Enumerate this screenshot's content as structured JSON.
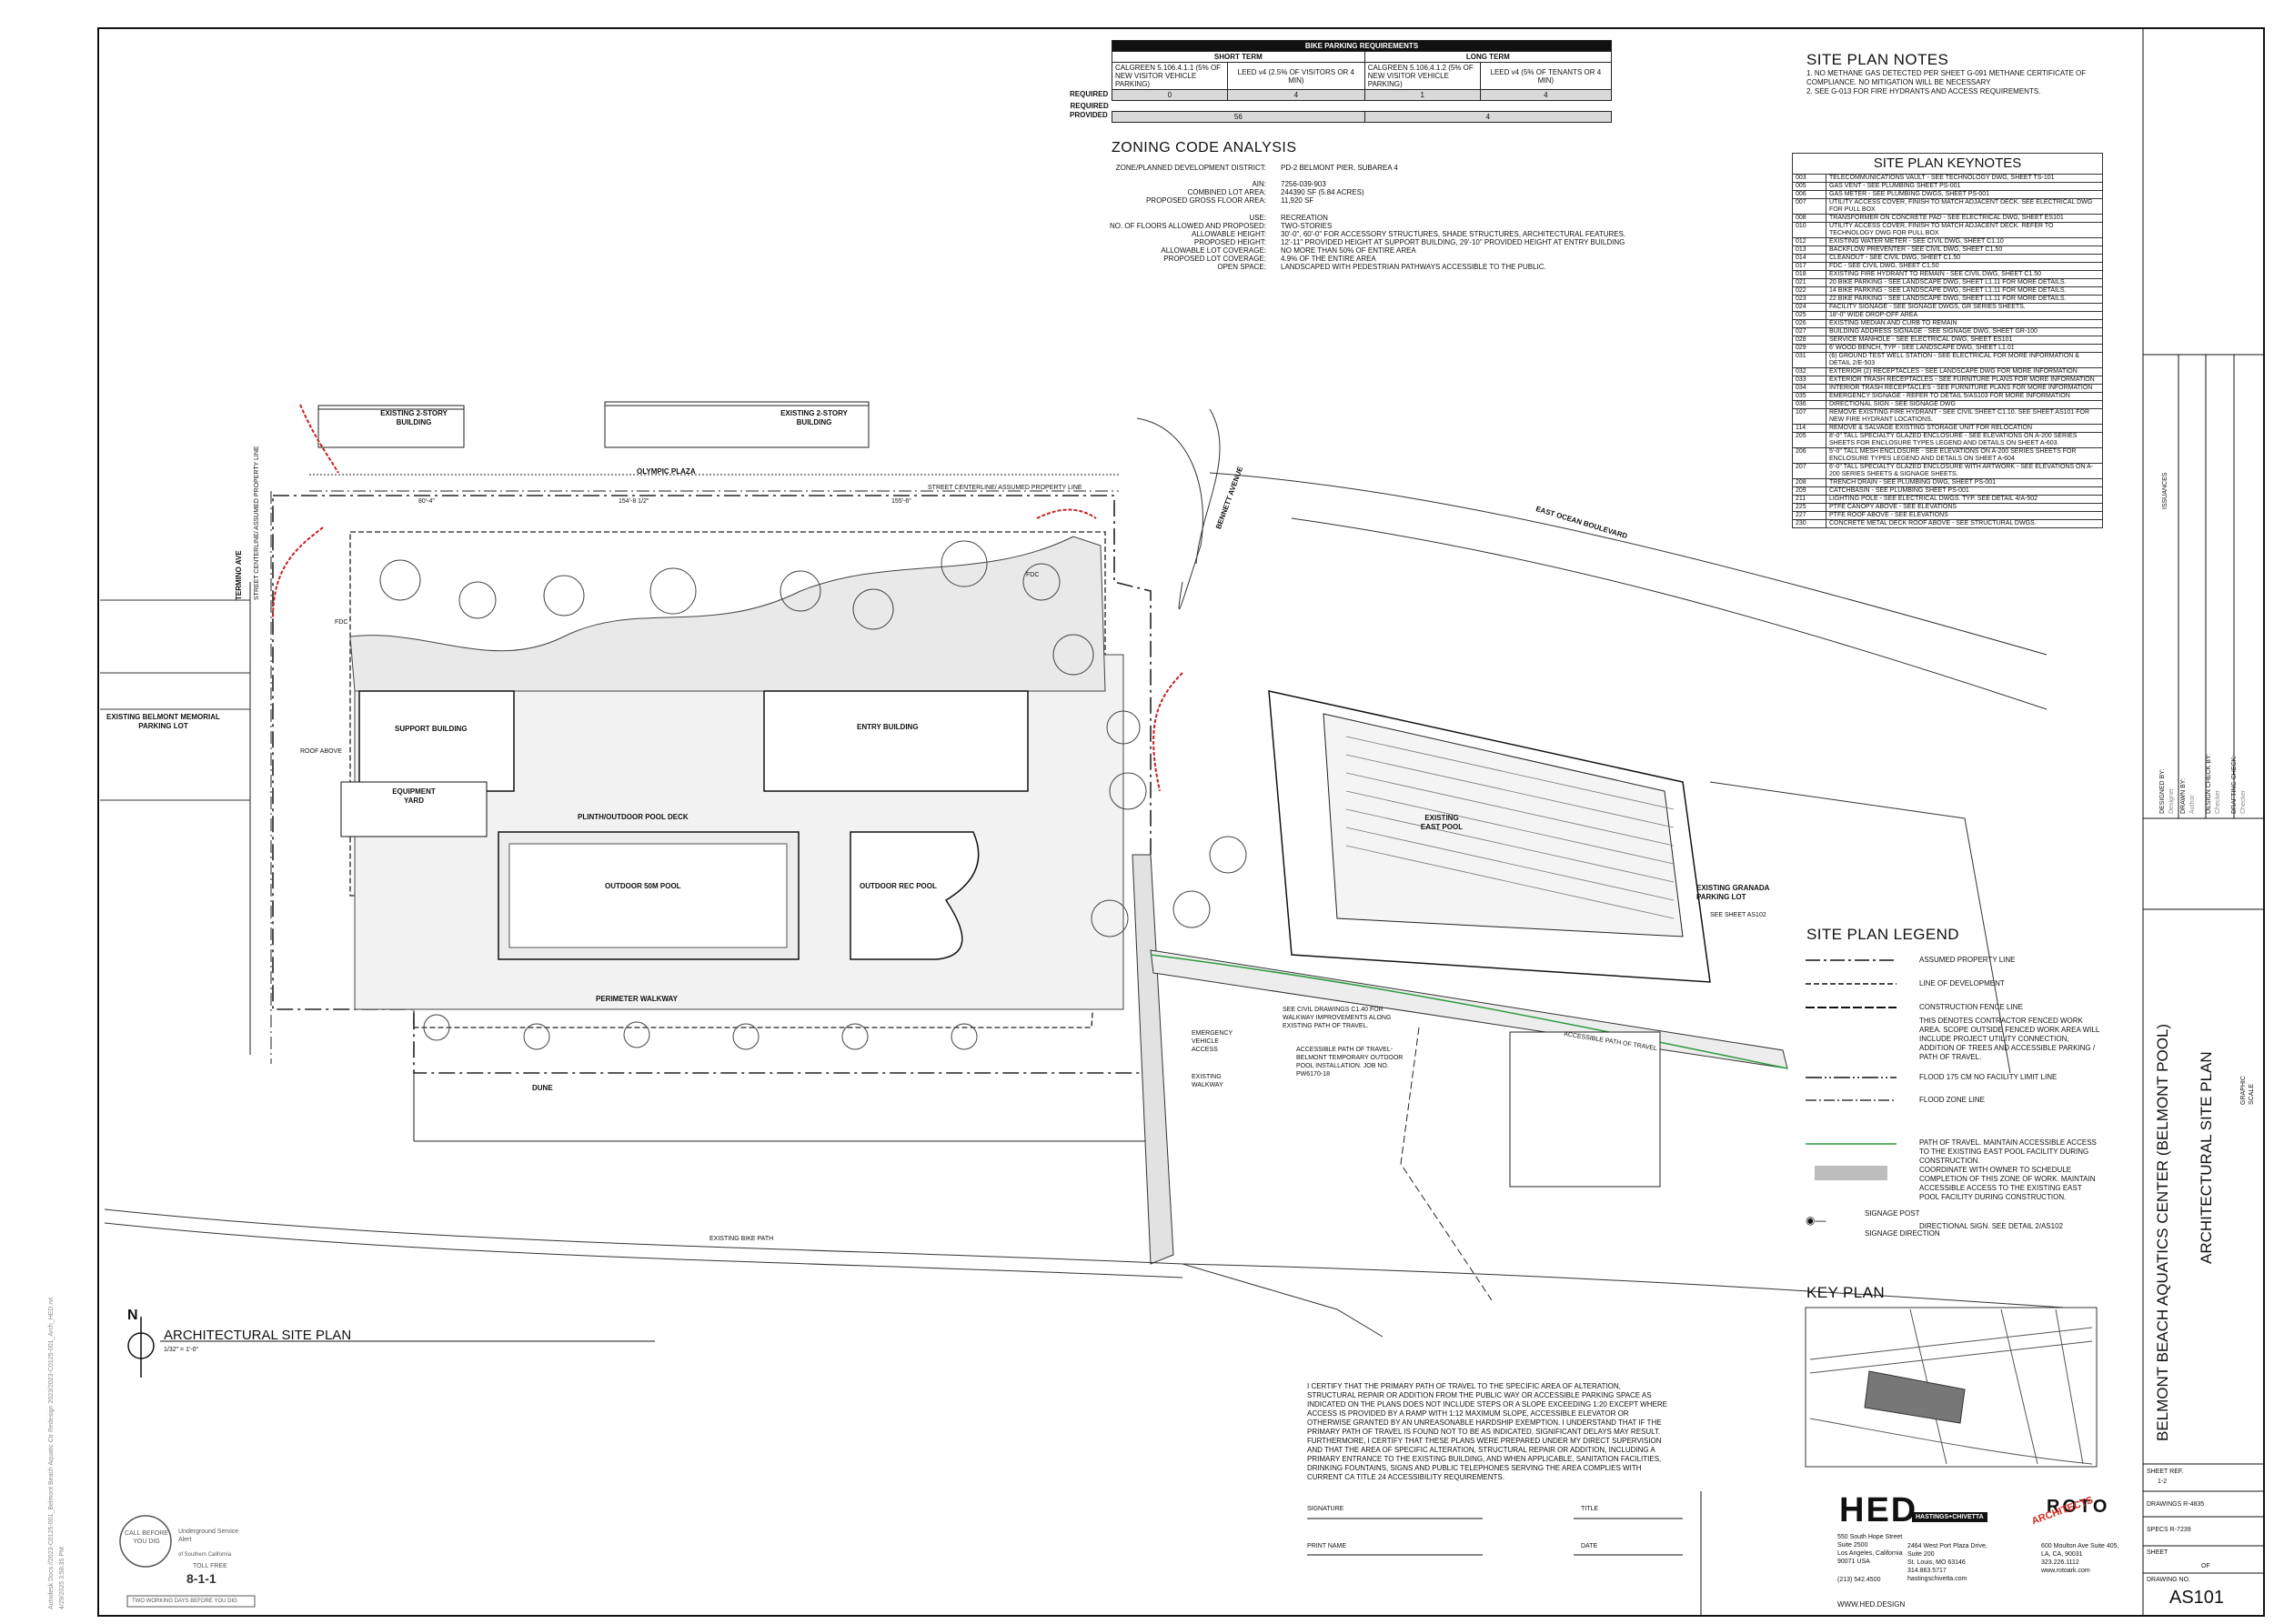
{
  "bike_table": {
    "title": "BIKE PARKING REQUIREMENTS",
    "short_term": "SHORT TERM",
    "long_term": "LONG TERM",
    "col_calgreen_short": "CALGREEN 5.106.4.1.1 (5% OF NEW VISITOR VEHICLE PARKING)",
    "col_leed_short": "LEED v4 (2.5% OF VISITORS OR 4 MIN)",
    "col_calgreen_long": "CALGREEN 5.106.4.1.2 (5% OF NEW VISITOR VEHICLE PARKING)",
    "col_leed_long": "LEED v4 (5% OF TENANTS OR 4 MIN)",
    "required_label": "REQUIRED",
    "required": [
      "0",
      "4",
      "1",
      "4"
    ],
    "provided_label": "PROVIDED",
    "provided": [
      "56",
      "4"
    ]
  },
  "zoning": {
    "title": "ZONING CODE ANALYSIS",
    "rows": [
      {
        "label": "ZONE/PLANNED DEVELOPMENT DISTRICT:",
        "value": "PD-2 BELMONT PIER, SUBAREA 4"
      },
      {
        "label": "AIN:",
        "value": "7256-039-903"
      },
      {
        "label": "COMBINED LOT AREA:",
        "value": "244390 SF (5.84 ACRES)"
      },
      {
        "label": "PROPOSED GROSS FLOOR AREA:",
        "value": "11,920 SF"
      },
      {
        "label": "USE:",
        "value": "RECREATION"
      },
      {
        "label": "NO. OF FLOORS ALLOWED AND PROPOSED:",
        "value": "TWO-STORIES"
      },
      {
        "label": "ALLOWABLE HEIGHT:",
        "value": "30'-0\", 60'-0\" FOR ACCESSORY STRUCTURES, SHADE STRUCTURES, ARCHITECTURAL FEATURES."
      },
      {
        "label": "PROPOSED HEIGHT:",
        "value": "12'-11\" PROVIDED HEIGHT AT SUPPORT BUILDING, 29'-10\" PROVIDED HEIGHT AT ENTRY BUILDING"
      },
      {
        "label": "ALLOWABLE LOT COVERAGE:",
        "value": "NO MORE THAN 50% OF ENTIRE AREA"
      },
      {
        "label": "PROPOSED LOT COVERAGE:",
        "value": "4.9% OF THE ENTIRE AREA"
      },
      {
        "label": "OPEN SPACE:",
        "value": "LANDSCAPED WITH PEDESTRIAN PATHWAYS ACCESSIBLE TO THE PUBLIC."
      }
    ]
  },
  "notes": {
    "title": "SITE PLAN NOTES",
    "items": [
      "1.  NO METHANE GAS DETECTED PER SHEET G-091 METHANE CERTIFICATE OF COMPLIANCE. NO MITIGATION WILL BE NECESSARY",
      "2.  SEE G-013 FOR FIRE HYDRANTS AND ACCESS REQUIREMENTS."
    ]
  },
  "keynotes": {
    "title": "SITE PLAN KEYNOTES",
    "items": [
      {
        "num": "003",
        "text": "TELECOMMUNICATIONS VAULT - SEE TECHNOLOGY DWG, SHEET TS-101"
      },
      {
        "num": "005",
        "text": "GAS VENT - SEE PLUMBING SHEET PS-001"
      },
      {
        "num": "006",
        "text": "GAS METER - SEE PLUMBING DWGS, SHEET PS-001"
      },
      {
        "num": "007",
        "text": "UTILITY ACCESS COVER, FINISH TO MATCH ADJACENT DECK. SEE ELECTRICAL DWG FOR PULL BOX"
      },
      {
        "num": "008",
        "text": "TRANSFORMER ON CONCRETE PAD - SEE ELECTRICAL DWG, SHEET ES101"
      },
      {
        "num": "010",
        "text": "UTILITY ACCESS COVER, FINISH TO MATCH ADJACENT DECK. REFER TO TECHNOLOGY DWG FOR PULL BOX"
      },
      {
        "num": "012",
        "text": "EXISTING WATER METER - SEE CIVIL DWG, SHEET C1.10"
      },
      {
        "num": "013",
        "text": "BACKFLOW PREVENTER - SEE CIVIL DWG, SHEET C1.50"
      },
      {
        "num": "014",
        "text": "CLEANOUT - SEE CIVIL DWG, SHEET C1.50"
      },
      {
        "num": "017",
        "text": "FDC - SEE CIVIL DWG, SHEET C1.50"
      },
      {
        "num": "018",
        "text": "EXISTING FIRE HYDRANT TO REMAIN - SEE CIVIL DWG, SHEET C1.50"
      },
      {
        "num": "021",
        "text": "20 BIKE PARKING - SEE LANDSCAPE DWG, SHEET L1.11 FOR MORE DETAILS."
      },
      {
        "num": "022",
        "text": "14 BIKE PARKING - SEE LANDSCAPE DWG, SHEET L1.11 FOR MORE DETAILS."
      },
      {
        "num": "023",
        "text": "22 BIKE PARKING - SEE LANDSCAPE DWG, SHEET L1.11 FOR MORE DETAILS."
      },
      {
        "num": "024",
        "text": "FACILITY SIGNAGE - SEE SIGNAGE DWGS, GR SERIES SHEETS."
      },
      {
        "num": "025",
        "text": "18'-0\" WIDE DROP-OFF AREA"
      },
      {
        "num": "026",
        "text": "EXISTING MEDIAN AND CURB TO REMAIN"
      },
      {
        "num": "027",
        "text": "BUILDING ADDRESS SIGNAGE - SEE SIGNAGE DWG, SHEET GR-100"
      },
      {
        "num": "028",
        "text": "SERVICE MANHOLE - SEE ELECTRICAL DWG, SHEET ES101"
      },
      {
        "num": "029",
        "text": "6' WOOD BENCH, TYP - SEE LANDSCAPE DWG, SHEET L1.01"
      },
      {
        "num": "031",
        "text": "(6) GROUND TEST WELL STATION - SEE ELECTRICAL FOR MORE INFORMATION & DETAIL 2/E-503"
      },
      {
        "num": "032",
        "text": "EXTERIOR (2) RECEPTACLES - SEE LANDSCAPE DWG FOR MORE INFORMATION"
      },
      {
        "num": "033",
        "text": "EXTERIOR TRASH RECEPTACLES - SEE FURNITURE PLANS FOR MORE INFORMATION"
      },
      {
        "num": "034",
        "text": "INTERIOR TRASH RECEPTACLES - SEE FURNITURE PLANS FOR MORE INFORMATION"
      },
      {
        "num": "035",
        "text": "EMERGENCY SIGNAGE - REFER TO DETAIL 5/AS103 FOR MORE INFORMATION"
      },
      {
        "num": "036",
        "text": "DIRECTIONAL SIGN - SEE SIGNAGE DWG"
      },
      {
        "num": "107",
        "text": "REMOVE EXISTING FIRE HYDRANT - SEE CIVIL SHEET C1.10. SEE SHEET AS101 FOR NEW FIRE HYDRANT LOCATIONS."
      },
      {
        "num": "114",
        "text": "REMOVE & SALVAGE EXISTING STORAGE UNIT FOR RELOCATION"
      },
      {
        "num": "205",
        "text": "8'-0\" TALL SPECIALTY GLAZED ENCLOSURE - SEE ELEVATIONS ON A-200 SERIES SHEETS FOR ENCLOSURE TYPES LEGEND AND DETAILS ON SHEET A-603."
      },
      {
        "num": "206",
        "text": "5'-0\" TALL MESH ENCLOSURE - SEE ELEVATIONS ON A-200 SERIES SHEETS FOR ENCLOSURE TYPES LEGEND AND DETAILS ON SHEET A-604"
      },
      {
        "num": "207",
        "text": "6'-0\" TALL SPECIALTY GLAZED ENCLOSURE WITH ARTWORK - SEE ELEVATIONS ON A-200 SERIES SHEETS & SIGNAGE SHEETS."
      },
      {
        "num": "208",
        "text": "TRENCH DRAIN - SEE PLUMBING DWG, SHEET PS-001"
      },
      {
        "num": "209",
        "text": "CATCHBASIN - SEE PLUMBING SHEET PS-001"
      },
      {
        "num": "211",
        "text": "LIGHTING POLE - SEE ELECTRICAL DWGS. TYP. SEE DETAIL 4/A-502"
      },
      {
        "num": "225",
        "text": "PTFE CANOPY ABOVE - SEE ELEVATIONS"
      },
      {
        "num": "227",
        "text": "PTFE ROOF ABOVE - SEE ELEVATIONS"
      },
      {
        "num": "230",
        "text": "CONCRETE METAL DECK ROOF ABOVE - SEE STRUCTURAL DWGS."
      }
    ]
  },
  "legend": {
    "title": "SITE PLAN LEGEND",
    "items": [
      "ASSUMED PROPERTY LINE",
      "LINE OF DEVELOPMENT",
      "CONSTRUCTION FENCE LINE",
      "THIS DENOTES CONTRACTOR FENCED WORK AREA. SCOPE OUTSIDE FENCED WORK AREA WILL INCLUDE PROJECT UTILITY CONNECTION, ADDITION OF TREES AND ACCESSIBLE PARKING / PATH OF TRAVEL.",
      "FLOOD 175 CM NO FACILITY LIMIT LINE",
      "FLOOD ZONE LINE",
      "PATH OF TRAVEL. MAINTAIN ACCESSIBLE ACCESS TO THE EXISTING EAST POOL FACILITY DURING CONSTRUCTION.",
      "COORDINATE WITH OWNER TO SCHEDULE COMPLETION OF THIS ZONE OF WORK. MAINTAIN ACCESSIBLE ACCESS TO THE EXISTING EAST POOL FACILITY DURING CONSTRUCTION.",
      "SIGNAGE POST",
      "SIGNAGE DIRECTION",
      "DIRECTIONAL SIGN. SEE DETAIL 2/AS102"
    ]
  },
  "key_plan": {
    "title": "KEY PLAN"
  },
  "plan": {
    "title": "ARCHITECTURAL SITE PLAN",
    "scale": "1/32\" = 1'-0\"",
    "north": "N",
    "labels": {
      "existing_2story_a": "EXISTING 2-STORY BUILDING",
      "existing_2story_b": "EXISTING 2-STORY BUILDING",
      "olympic_plaza": "OLYMPIC PLAZA",
      "termino": "TERMINO AVE",
      "street_cl": "STREET CENTERLINE/ ASSUMED PROPERTY LINE",
      "street_cl2": "STREET CENTERLINE/ ASSUMED PROPERTY LINE",
      "bennett": "BENNETT AVENUE",
      "east_ocean": "EAST OCEAN BOULEVARD",
      "support_building": "SUPPORT BUILDING",
      "entry_building": "ENTRY BUILDING",
      "equipment_yard": "EQUIPMENT YARD",
      "plinth": "PLINTH/OUTDOOR POOL DECK",
      "outdoor_50m": "OUTDOOR 50M POOL",
      "outdoor_rec": "OUTDOOR REC POOL",
      "perimeter": "PERIMETER WALKWAY",
      "dune": "DUNE",
      "existing_east_pool": "EXISTING EAST POOL",
      "granada": "EXISTING GRANADA PARKING LOT",
      "see_sheet": "SEE SHEET AS102",
      "belmont_lot": "EXISTING BELMONT MEMORIAL PARKING LOT",
      "roof_above": "ROOF ABOVE",
      "emergency": "EMERGENCY VEHICLE ACCESS",
      "existing_walkway": "EXISTING WALKWAY",
      "bike_path": "EXISTING BIKE PATH",
      "accessible_path": "ACCESSIBLE PATH OF TRAVEL",
      "civil_note": "SEE CIVIL DRAWINGS C1.40 FOR WALKWAY IMPROVEMENTS ALONG EXISTING PATH OF TRAVEL.",
      "temp_note": "ACCESSIBLE PATH OF TRAVEL- BELMONT TEMPORARY OUTDOOR POOL INSTALLATION. JOB NO. PW6170-18",
      "dim1": "80'-4\"",
      "dim2": "154'-8 1/2\"",
      "dim3": "155'-6\"",
      "fdc1": "FDC",
      "fdc2": "FDC"
    }
  },
  "certification": {
    "text": "I CERTIFY THAT THE PRIMARY PATH OF TRAVEL TO THE SPECIFIC AREA OF ALTERATION, STRUCTURAL REPAIR OR ADDITION FROM THE PUBLIC WAY OR ACCESSIBLE PARKING SPACE AS INDICATED ON THE PLANS DOES NOT INCLUDE STEPS OR A SLOPE EXCEEDING 1:20 EXCEPT WHERE ACCESS IS PROVIDED BY A RAMP WITH 1:12 MAXIMUM SLOPE, ACCESSIBLE ELEVATOR OR OTHERWISE GRANTED BY AN UNREASONABLE HARDSHIP EXEMPTION. I UNDERSTAND THAT IF THE PRIMARY PATH OF TRAVEL IS FOUND NOT TO BE AS INDICATED, SIGNIFICANT DELAYS MAY RESULT. FURTHERMORE, I CERTIFY THAT THESE PLANS WERE PREPARED UNDER MY DIRECT SUPERVISION AND THAT THE AREA OF SPECIFIC ALTERATION, STRUCTURAL REPAIR OR ADDITION, INCLUDING A PRIMARY ENTRANCE TO THE EXISTING BUILDING, AND WHEN APPLICABLE, SANITATION FACILITIES, DRINKING FOUNTAINS, SIGNS AND PUBLIC TELEPHONES SERVING THE AREA COMPLIES WITH CURRENT CA TITLE 24 ACCESSIBILITY REQUIREMENTS.",
    "signature": "SIGNATURE",
    "title": "TITLE",
    "print_name": "PRINT NAME",
    "date": "DATE"
  },
  "firms": {
    "hed_logo": "HED",
    "hed_tag": "HASTINGS+CHIVETTA",
    "hed_addr": [
      "550 South Hope Street",
      "Suite 2500",
      "Los Angeles, California",
      "90071 USA",
      "",
      "(213) 542.4500"
    ],
    "hed_web": "WWW.HED.DESIGN",
    "hc_addr": [
      "2464 West Port Plaza Drive,",
      "Suite 200",
      "St. Louis, MO 63146",
      "314.863.5717",
      "hastingschivetta.com"
    ],
    "roto_logo": "ROTO",
    "roto_sub": "ARCHITECTS",
    "roto_addr": [
      "600 Moulton Ave Suite 405,",
      "LA, CA, 90031",
      "323.226.1112",
      "www.rotoark.com"
    ]
  },
  "dig_alert": {
    "name": "Underground Service Alert",
    "sub": "of Southern California",
    "toll": "TOLL FREE",
    "number": "8-1-1",
    "footer": "TWO WORKING DAYS BEFORE YOU DIG",
    "ring": "CALL BEFORE YOU DIG"
  },
  "file_path": "Autodesk Docs://2023-C0125-001_Belmont Beach Aquatic Ctr Redesign 2023/2023-C0125-001_Arch_HED.rvt",
  "file_date": "4/29/2025 3:58:35 PM",
  "title_block": {
    "project": "BELMONT BEACH AQUATICS CENTER (BELMONT POOL)",
    "sheet_title": "ARCHITECTURAL SITE PLAN",
    "issuances": "ISSUANCES",
    "designed_by": "DESIGNED BY:",
    "designer": "Designer",
    "drawn_by": "DRAWN BY:",
    "author": "Author",
    "design_check": "DESIGN CHECK BY:",
    "checker1": "Checker",
    "drafting_check": "DRAFTING CHECK:",
    "checker2": "Checker",
    "graphic_scale": "GRAPHIC SCALE",
    "sheet_ref": "SHEET REF.",
    "sheet_ref_val": "1-2",
    "drawings": "DRAWINGS R-4835",
    "specs": "SPECS R-7239",
    "sheet": "SHEET",
    "of": "OF",
    "drawing_no": "DRAWING NO.",
    "sheet_no": "AS101"
  }
}
